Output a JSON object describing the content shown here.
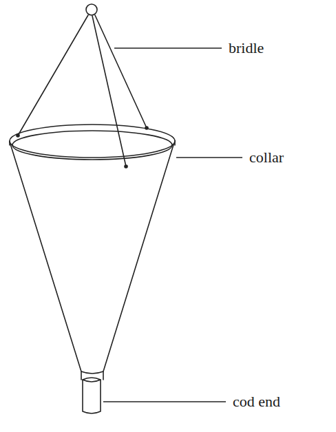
{
  "diagram": {
    "labels": [
      "bridle",
      "collar",
      "cod end"
    ]
  }
}
